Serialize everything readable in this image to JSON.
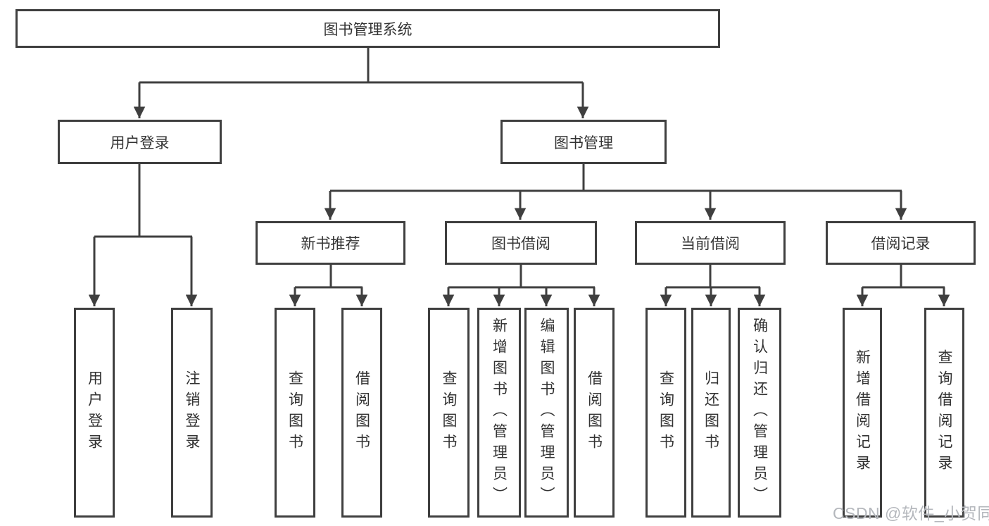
{
  "nodes": {
    "root": "图书管理系统",
    "l2": [
      "用户登录",
      "图书管理"
    ],
    "l3": [
      "新书推荐",
      "图书借阅",
      "当前借阅",
      "借阅记录"
    ],
    "l4a": [
      "用户登录",
      "注销登录"
    ],
    "l4b": [
      "查询图书",
      "借阅图书"
    ],
    "l4c": [
      "查询图书",
      "新增图书（管理员）",
      "编辑图书（管理员）",
      "借阅图书"
    ],
    "l4d": [
      "查询图书",
      "归还图书",
      "确认归还（管理员）"
    ],
    "l4e": [
      "新增借阅记录",
      "查询借阅记录"
    ]
  },
  "watermark": "CSDN @软件_小贺同学",
  "colors": {
    "line": "#3f3f3f",
    "text": "#333333",
    "watermark": "#b4b7bc",
    "background": "#ffffff"
  }
}
